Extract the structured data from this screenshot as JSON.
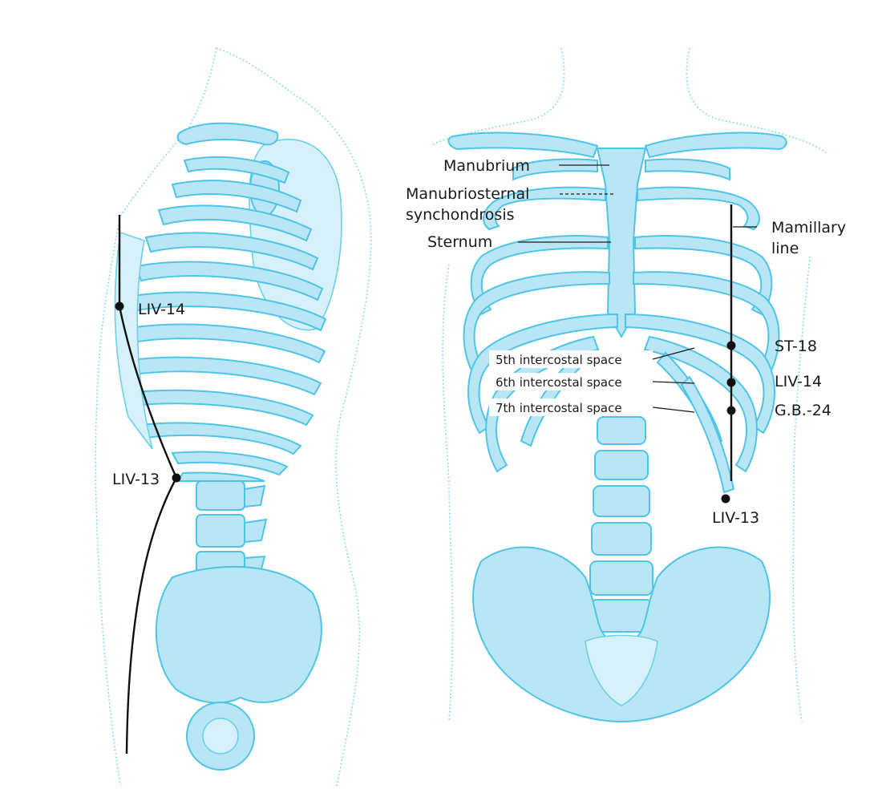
{
  "lateral_view": {
    "points": [
      {
        "id": "liv14",
        "label": "LIV-14"
      },
      {
        "id": "liv13",
        "label": "LIV-13"
      }
    ]
  },
  "frontal_view": {
    "structures": {
      "manubrium": "Manubrium",
      "synchondrosis_line1": "Manubriosternal",
      "synchondrosis_line2": "synchondrosis",
      "sternum": "Sternum",
      "mamillary_line1": "Mamillary",
      "mamillary_line2": "line"
    },
    "intercostal_spaces": [
      "5th intercostal space",
      "6th intercostal space",
      "7th intercostal space"
    ],
    "points": [
      {
        "id": "st18",
        "label": "ST-18"
      },
      {
        "id": "liv14",
        "label": "LIV-14"
      },
      {
        "id": "gb24",
        "label": "G.B.-24"
      },
      {
        "id": "liv13",
        "label": "LIV-13"
      }
    ]
  },
  "colors": {
    "bone": "#b9e6f4",
    "bone_outline": "#4fc4e6",
    "meridian": "#111111"
  }
}
